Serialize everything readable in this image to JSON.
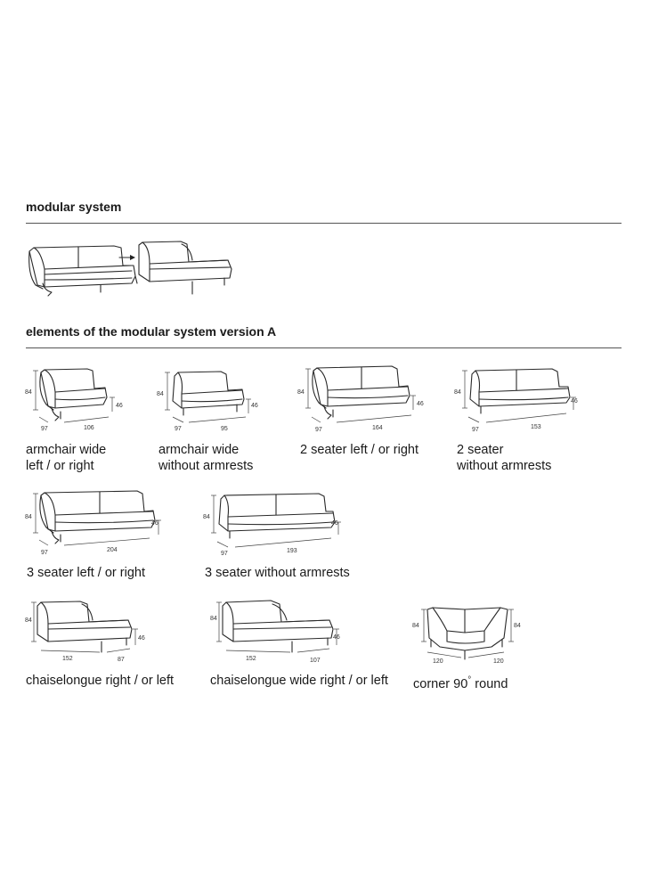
{
  "sections": {
    "modular": {
      "title": "modular system"
    },
    "elements": {
      "title": "elements of the modular system version A"
    }
  },
  "items": [
    {
      "id": "armchair-wide",
      "lines": [
        "armchair wide",
        "left / or right"
      ],
      "dims": {
        "height": "84",
        "seat": "46",
        "depth": "97",
        "width": "106"
      }
    },
    {
      "id": "armchair-wide-no-arms",
      "lines": [
        "armchair wide",
        "without armrests"
      ],
      "dims": {
        "height": "84",
        "seat": "46",
        "depth": "97",
        "width": "95"
      }
    },
    {
      "id": "two-seater-lr",
      "lines": [
        "2 seater left / or right"
      ],
      "dims": {
        "height": "84",
        "seat": "46",
        "depth": "97",
        "width": "164"
      }
    },
    {
      "id": "two-seater-no-arms",
      "lines": [
        "2 seater",
        "without armrests"
      ],
      "dims": {
        "height": "84",
        "seat": "46",
        "depth": "97",
        "width": "153"
      }
    },
    {
      "id": "three-seater-lr",
      "lines": [
        "3 seater left / or right"
      ],
      "dims": {
        "height": "84",
        "seat": "46",
        "depth": "97",
        "width": "204"
      }
    },
    {
      "id": "three-seater-no-arms",
      "lines": [
        "3 seater without armrests"
      ],
      "dims": {
        "height": "84",
        "seat": "46",
        "depth": "97",
        "width": "193"
      }
    },
    {
      "id": "chaiselongue",
      "lines": [
        "chaiselongue right / or left"
      ],
      "dims": {
        "height": "84",
        "seat": "46",
        "length": "152",
        "width": "87"
      }
    },
    {
      "id": "chaiselongue-wide",
      "lines": [
        "chaiselongue wide right / or left"
      ],
      "dims": {
        "height": "84",
        "seat": "46",
        "length": "152",
        "width": "107"
      }
    },
    {
      "id": "corner-90-round",
      "lines": [
        "corner 90",
        "round"
      ],
      "degree": "°",
      "dims": {
        "height_left": "84",
        "height_right": "84",
        "left": "120",
        "right": "120"
      }
    }
  ]
}
